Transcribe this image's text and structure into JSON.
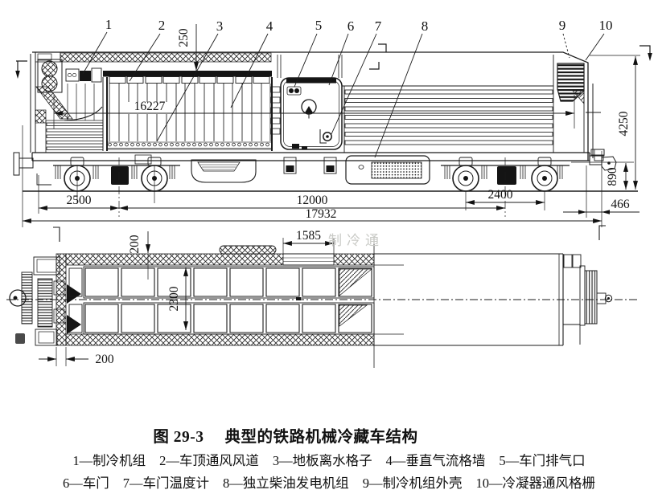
{
  "figure": {
    "label": "图 29-3",
    "title": "典型的铁路机械冷藏车结构",
    "watermark": "制冷通"
  },
  "legend": {
    "row1": [
      "1—制冷机组",
      "2—车顶通风风道",
      "3—地板离水格子",
      "4—垂直气流格墙",
      "5—车门排气口"
    ],
    "row2": [
      "6—车门",
      "7—车门温度计",
      "8—独立柴油发电机组",
      "9—制冷机组外壳",
      "10—冷凝器通风格栅"
    ]
  },
  "callouts": [
    "1",
    "2",
    "3",
    "4",
    "5",
    "6",
    "7",
    "8",
    "9",
    "10"
  ],
  "dims": {
    "d250": "250",
    "d16227": "16227",
    "d4250": "4250",
    "d890": "890",
    "d2500": "2500",
    "d12000": "12000",
    "d2400": "2400",
    "d466": "466",
    "d17932": "17932",
    "p200_top": "200",
    "p1585": "1585",
    "p2300": "2300",
    "p200_end": "200"
  }
}
